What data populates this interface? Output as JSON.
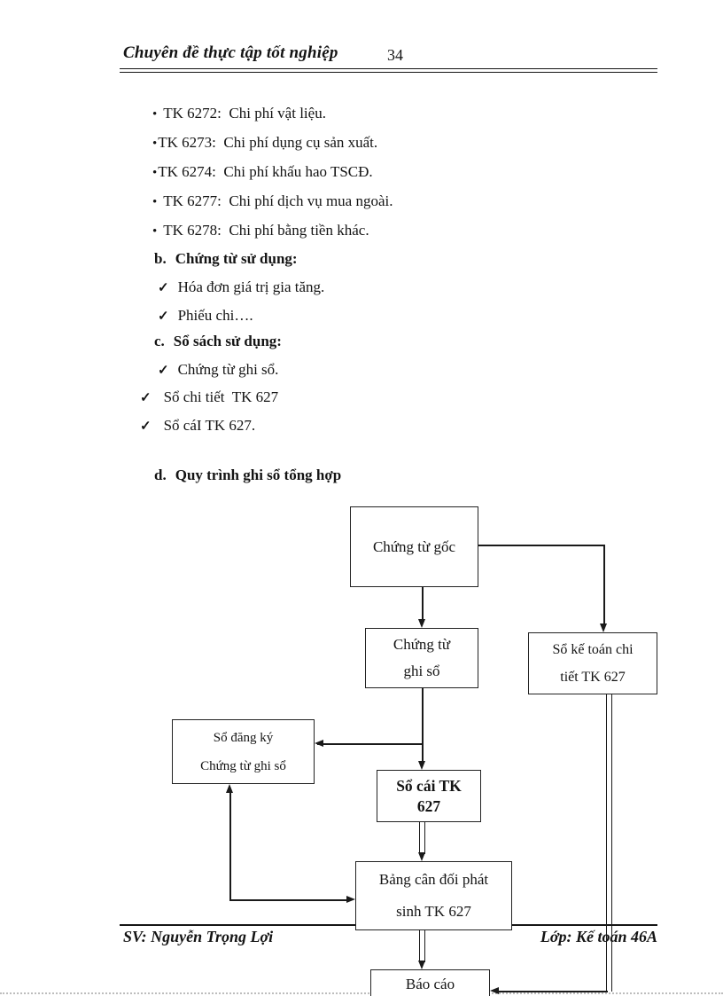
{
  "header": {
    "title": "Chuyên đề thực tập tốt nghiệp",
    "page_number": "34"
  },
  "list": {
    "lines": [
      {
        "marker": "•",
        "text": "TK 6272:  Chi phí vật liệu."
      },
      {
        "marker": "•",
        "text": "TK 6273:  Chi phí dụng cụ sản xuất."
      },
      {
        "marker": "•",
        "text": "TK 6274:  Chi phí khấu hao TSCĐ."
      },
      {
        "marker": "•",
        "text": "TK 6277:  Chi phí dịch vụ mua ngoài."
      },
      {
        "marker": "•",
        "text": "TK 6278:  Chi phí bằng tiền khác."
      },
      {
        "marker": "b.",
        "text": "Chứng từ sử dụng:"
      },
      {
        "marker": "✓",
        "text": "Hóa đơn giá trị gia tăng."
      },
      {
        "marker": "✓",
        "text": "Phiếu chi…."
      },
      {
        "marker": "c.",
        "text": "Sổ sách sử dụng:"
      },
      {
        "marker": "✓",
        "text": "Chứng từ ghi sổ."
      },
      {
        "marker": "✓",
        "text": "Sổ chi tiết  TK 627"
      },
      {
        "marker": "✓",
        "text": "Sổ cáI TK 627."
      },
      {
        "marker": "d.",
        "text": "Quy trình ghi sổ tổng hợp"
      }
    ]
  },
  "diagram": {
    "boxes": [
      {
        "id": "chung-tu-goc",
        "lines": [
          "Chứng từ gốc"
        ]
      },
      {
        "id": "chung-tu-ghi-so",
        "lines": [
          "Chứng từ",
          "ghi sổ"
        ]
      },
      {
        "id": "so-ke-toan-chi-tiet",
        "lines": [
          "Sổ kế toán chi",
          "tiết TK 627"
        ]
      },
      {
        "id": "so-dang-ky",
        "lines": [
          "Sổ đăng ký",
          "Chứng từ ghi sổ"
        ]
      },
      {
        "id": "so-cai",
        "lines": [
          "Sổ cái TK",
          "627"
        ]
      },
      {
        "id": "bang-can-doi",
        "lines": [
          "Bảng cân đối phát",
          "sinh TK 627"
        ]
      },
      {
        "id": "bao-cao",
        "lines": [
          "Báo cáo"
        ]
      }
    ]
  },
  "footer": {
    "left": "SV: Nguyễn Trọng Lợi",
    "right": "Lớp: Kế toán 46A"
  }
}
